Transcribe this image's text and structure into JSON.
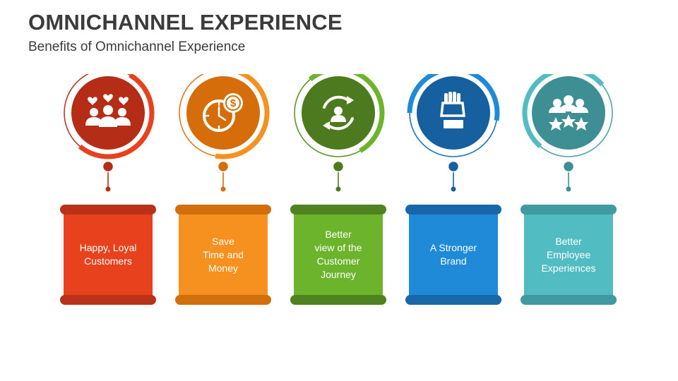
{
  "title": "OMNICHANNEL EXPERIENCE",
  "subtitle": "Benefits of Omnichannel Experience",
  "items": [
    {
      "label": "Happy, Loyal\nCustomers",
      "icon": "happy-customers-icon",
      "circle": "#b52d17",
      "arc": "#e8411e",
      "ring": "#c0382a",
      "panel": "#e8411e",
      "bar": "#b93118"
    },
    {
      "label": "Save\nTime and\nMoney",
      "icon": "time-money-icon",
      "circle": "#d56d0a",
      "arc": "#f6901e",
      "ring": "#e07a1b",
      "panel": "#f6901e",
      "bar": "#d16f0c"
    },
    {
      "label": "Better\nview of the\nCustomer\nJourney",
      "icon": "customer-journey-icon",
      "circle": "#4e7a1f",
      "arc": "#6cb42b",
      "ring": "#5c9526",
      "panel": "#6cb42b",
      "bar": "#4f8322"
    },
    {
      "label": "A Stronger\nBrand",
      "icon": "strong-brand-icon",
      "circle": "#17609f",
      "arc": "#1e8ad8",
      "ring": "#1b73bd",
      "panel": "#1e8ad8",
      "bar": "#1867a8"
    },
    {
      "label": "Better\nEmployee\nExperiences",
      "icon": "employee-experience-icon",
      "circle": "#3e8f94",
      "arc": "#52bcc3",
      "ring": "#48a6ad",
      "panel": "#52bcc3",
      "bar": "#3f9aa1"
    }
  ]
}
